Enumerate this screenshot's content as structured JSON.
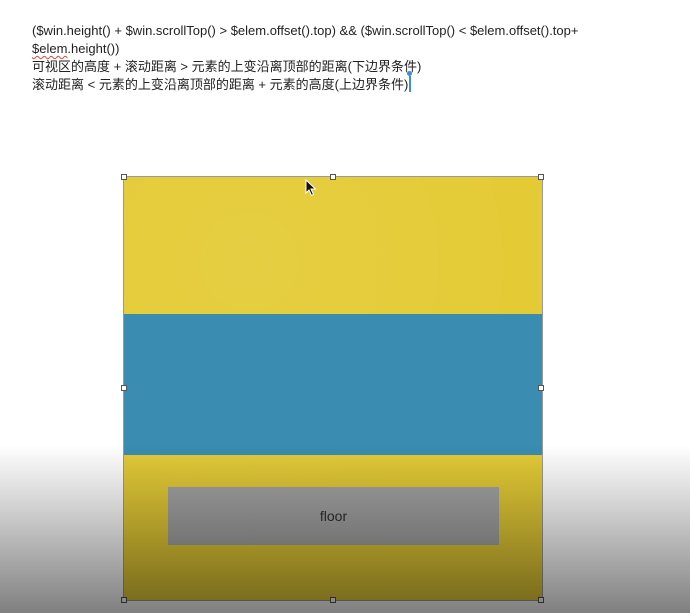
{
  "document": {
    "line1_part1": "($win.height() + $win.scrollTop() > $elem.offset().top) && ($win.scrollTop() < $elem.offset().top+",
    "line1_part2_word": "$elem",
    "line1_part2_rest": ".height())",
    "line2": "可视区的高度 + 滚动距离 > 元素的上变沿离顶部的距离(下边界条件)",
    "line3": "滚动距离 < 元素的上变沿离顶部的距离 + 元素的高度(上边界条件)"
  },
  "canvas": {
    "floor_label": "floor",
    "colors": {
      "yellow": "#e4cb36",
      "blue": "#3a8db0",
      "gray": "#a4a4a4"
    }
  },
  "icons": {
    "cursor": "arrow-pointer",
    "caret": "text-caret"
  }
}
